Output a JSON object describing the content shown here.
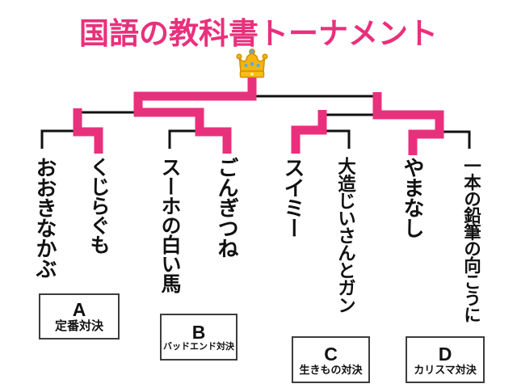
{
  "title": "国語の教科書トーナメント",
  "colors": {
    "accent_pink": "#e9307c",
    "line_black": "#111111",
    "background": "#ffffff"
  },
  "icons": {
    "champion_marker": "crown-icon"
  },
  "bracket": {
    "entries": [
      {
        "name": "おおきなかぶ",
        "match": "A",
        "result": "round1-loss"
      },
      {
        "name": "くじらぐも",
        "match": "A",
        "result": "semifinal-loss"
      },
      {
        "name": "スーホの白い馬",
        "match": "B",
        "result": "round1-loss"
      },
      {
        "name": "ごんぎつね",
        "match": "B",
        "result": "champion"
      },
      {
        "name": "スイミー",
        "match": "C",
        "result": "semifinal-loss"
      },
      {
        "name": "大造じいさんとガン",
        "match": "C",
        "result": "round1-loss"
      },
      {
        "name": "やまなし",
        "match": "D",
        "result": "runner-up"
      },
      {
        "name": "一本の鉛筆の向こうに",
        "match": "D",
        "result": "round1-loss"
      }
    ],
    "matches": [
      {
        "id": "A",
        "theme": "定番対決",
        "left": "おおきなかぶ",
        "right": "くじらぐも",
        "winner": "くじらぐも"
      },
      {
        "id": "B",
        "theme": "バッドエンド対決",
        "left": "スーホの白い馬",
        "right": "ごんぎつね",
        "winner": "ごんぎつね"
      },
      {
        "id": "C",
        "theme": "生きもの対決",
        "left": "スイミー",
        "right": "大造じいさんとガン",
        "winner": "スイミー"
      },
      {
        "id": "D",
        "theme": "カリスマ対決",
        "left": "やまなし",
        "right": "一本の鉛筆の向こうに",
        "winner": "やまなし"
      }
    ],
    "semifinals": [
      {
        "players": [
          "くじらぐも",
          "ごんぎつね"
        ],
        "winner": "ごんぎつね"
      },
      {
        "players": [
          "スイミー",
          "やまなし"
        ],
        "winner": "やまなし"
      }
    ],
    "final": {
      "players": [
        "ごんぎつね",
        "やまなし"
      ],
      "winner": "ごんぎつね",
      "runner_up": "やまなし"
    }
  }
}
